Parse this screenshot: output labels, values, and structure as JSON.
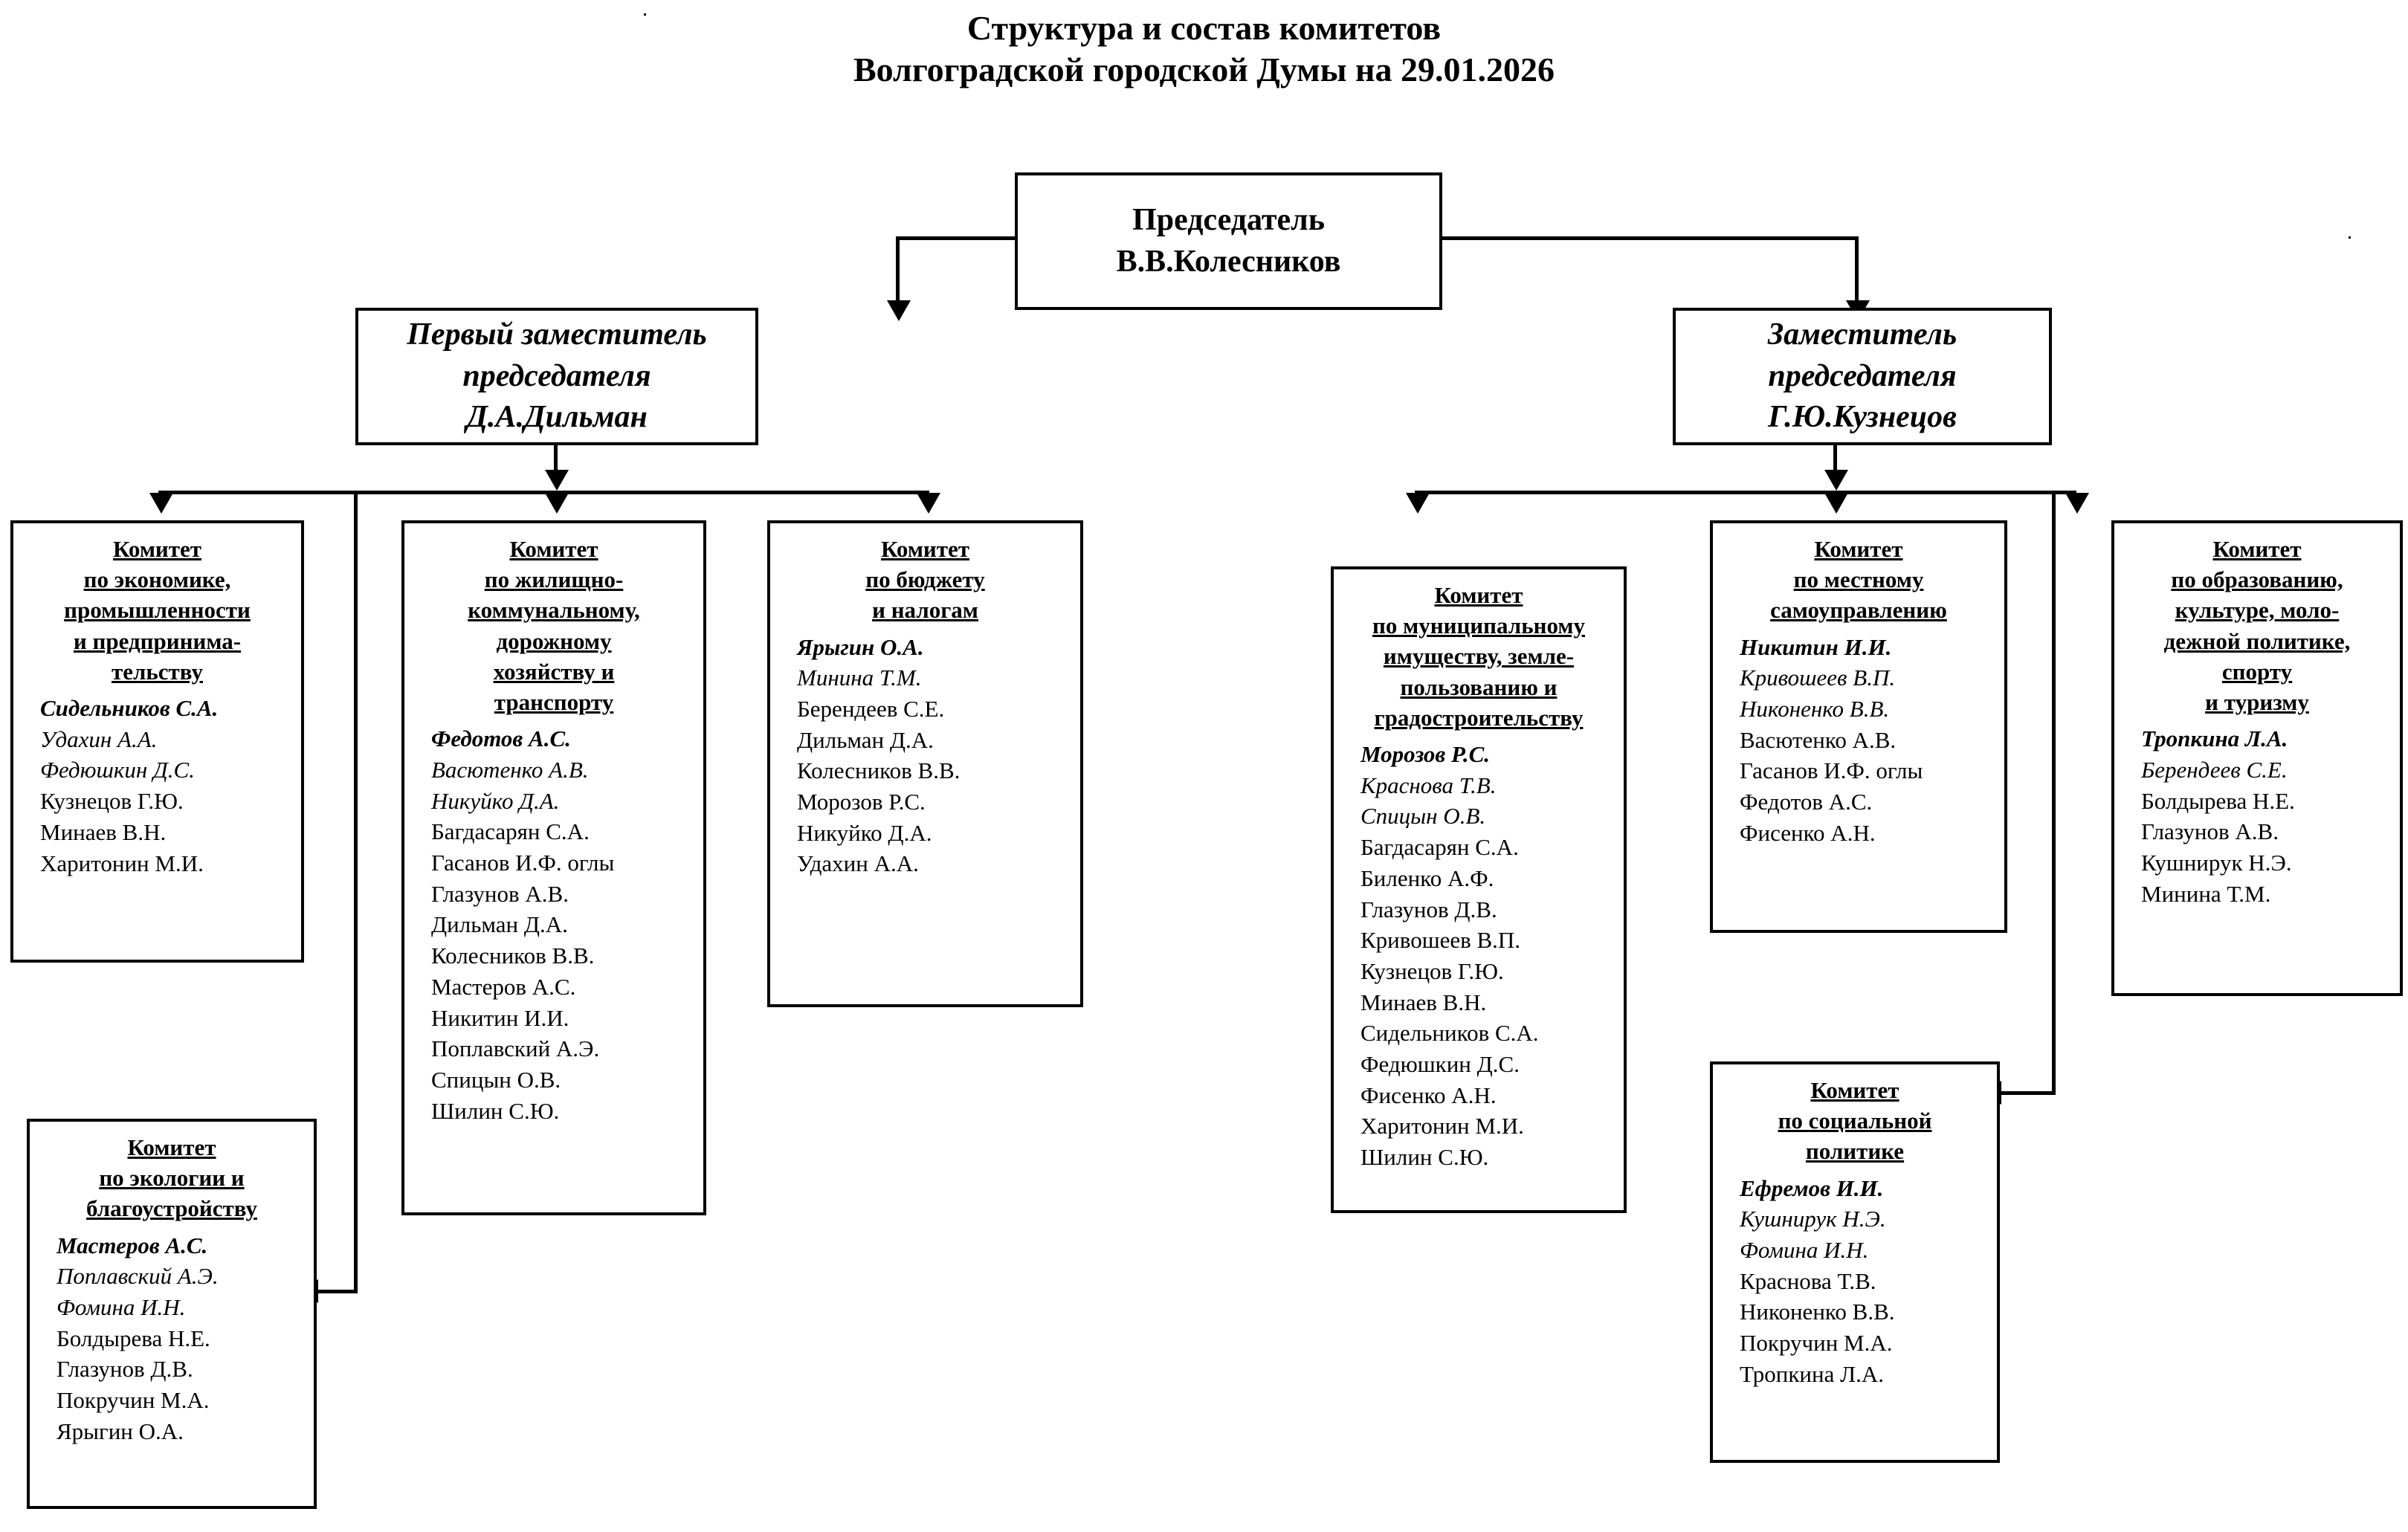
{
  "title": {
    "line1": "Структура и состав комитетов",
    "line2": "Волгоградской городской Думы на 29.01.2026"
  },
  "chairman": {
    "role": "Председатель",
    "name": "В.В.Колесников"
  },
  "first_deputy": {
    "role_line1": "Первый заместитель",
    "role_line2": "председателя",
    "name": "Д.А.Дильман"
  },
  "deputy": {
    "role_line1": "Заместитель",
    "role_line2": "председателя",
    "name": "Г.Ю.Кузнецов"
  },
  "committees": [
    {
      "id": "economy",
      "title_lines": [
        "Комитет",
        "по экономике,",
        "промышленности",
        "и предпринима-",
        "тельству"
      ],
      "members": [
        {
          "name": "Сидельников С.А.",
          "style": "chair"
        },
        {
          "name": "Удахин А.А.",
          "style": "ital"
        },
        {
          "name": "Федюшкин Д.С.",
          "style": "ital"
        },
        {
          "name": "Кузнецов Г.Ю.",
          "style": "reg"
        },
        {
          "name": "Минаев В.Н.",
          "style": "reg"
        },
        {
          "name": "Харитонин М.И.",
          "style": "reg"
        }
      ]
    },
    {
      "id": "housing",
      "title_lines": [
        "Комитет",
        "по жилищно-",
        "коммунальному,",
        "дорожному",
        "хозяйству и",
        "транспорту"
      ],
      "members": [
        {
          "name": "Федотов А.С.",
          "style": "chair"
        },
        {
          "name": "Васютенко А.В.",
          "style": "ital"
        },
        {
          "name": "Никуйко Д.А.",
          "style": "ital"
        },
        {
          "name": "Багдасарян С.А.",
          "style": "reg"
        },
        {
          "name": "Гасанов И.Ф. оглы",
          "style": "reg"
        },
        {
          "name": "Глазунов А.В.",
          "style": "reg"
        },
        {
          "name": "Дильман Д.А.",
          "style": "reg"
        },
        {
          "name": "Колесников В.В.",
          "style": "reg"
        },
        {
          "name": "Мастеров А.С.",
          "style": "reg"
        },
        {
          "name": "Никитин И.И.",
          "style": "reg"
        },
        {
          "name": "Поплавский А.Э.",
          "style": "reg"
        },
        {
          "name": "Спицын О.В.",
          "style": "reg"
        },
        {
          "name": "Шилин С.Ю.",
          "style": "reg"
        }
      ]
    },
    {
      "id": "budget",
      "title_lines": [
        "Комитет",
        "по бюджету",
        "и налогам"
      ],
      "members": [
        {
          "name": "Ярыгин О.А.",
          "style": "chair"
        },
        {
          "name": "Минина Т.М.",
          "style": "ital"
        },
        {
          "name": "Берендеев С.Е.",
          "style": "reg"
        },
        {
          "name": "Дильман Д.А.",
          "style": "reg"
        },
        {
          "name": "Колесников В.В.",
          "style": "reg"
        },
        {
          "name": "Морозов Р.С.",
          "style": "reg"
        },
        {
          "name": "Никуйко Д.А.",
          "style": "reg"
        },
        {
          "name": "Удахин А.А.",
          "style": "reg"
        }
      ]
    },
    {
      "id": "ecology",
      "title_lines": [
        "Комитет",
        "по экологии и",
        "благоустройству"
      ],
      "members": [
        {
          "name": "Мастеров А.С.",
          "style": "chair"
        },
        {
          "name": "Поплавский А.Э.",
          "style": "ital"
        },
        {
          "name": "Фомина И.Н.",
          "style": "ital"
        },
        {
          "name": "Болдырева Н.Е.",
          "style": "reg"
        },
        {
          "name": "Глазунов Д.В.",
          "style": "reg"
        },
        {
          "name": "Покручин М.А.",
          "style": "reg"
        },
        {
          "name": "Ярыгин О.А.",
          "style": "reg"
        }
      ]
    },
    {
      "id": "property",
      "title_lines": [
        "Комитет",
        "по муниципальному",
        "имуществу, земле-",
        "пользованию и",
        "градостроительству"
      ],
      "members": [
        {
          "name": "Морозов Р.С.",
          "style": "chair"
        },
        {
          "name": "Краснова Т.В.",
          "style": "ital"
        },
        {
          "name": "Спицын О.В.",
          "style": "ital"
        },
        {
          "name": "Багдасарян С.А.",
          "style": "reg"
        },
        {
          "name": "Биленко А.Ф.",
          "style": "reg"
        },
        {
          "name": "Глазунов Д.В.",
          "style": "reg"
        },
        {
          "name": "Кривошеев В.П.",
          "style": "reg"
        },
        {
          "name": "Кузнецов Г.Ю.",
          "style": "reg"
        },
        {
          "name": "Минаев В.Н.",
          "style": "reg"
        },
        {
          "name": "Сидельников С.А.",
          "style": "reg"
        },
        {
          "name": "Федюшкин Д.С.",
          "style": "reg"
        },
        {
          "name": "Фисенко А.Н.",
          "style": "reg"
        },
        {
          "name": "Харитонин М.И.",
          "style": "reg"
        },
        {
          "name": "Шилин С.Ю.",
          "style": "reg"
        }
      ]
    },
    {
      "id": "selfgov",
      "title_lines": [
        "Комитет",
        "по местному",
        "самоуправлению"
      ],
      "members": [
        {
          "name": "Никитин И.И.",
          "style": "chair"
        },
        {
          "name": "Кривошеев В.П.",
          "style": "ital"
        },
        {
          "name": "Никоненко В.В.",
          "style": "ital"
        },
        {
          "name": "Васютенко А.В.",
          "style": "reg"
        },
        {
          "name": "Гасанов И.Ф. оглы",
          "style": "reg"
        },
        {
          "name": "Федотов А.С.",
          "style": "reg"
        },
        {
          "name": "Фисенко А.Н.",
          "style": "reg"
        }
      ]
    },
    {
      "id": "education",
      "title_lines": [
        "Комитет",
        "по образованию,",
        "культуре, моло-",
        "дежной политике,",
        "спорту",
        "и туризму"
      ],
      "members": [
        {
          "name": "Тропкина Л.А.",
          "style": "chair"
        },
        {
          "name": "Берендеев С.Е.",
          "style": "ital"
        },
        {
          "name": "Болдырева Н.Е.",
          "style": "reg"
        },
        {
          "name": "Глазунов А.В.",
          "style": "reg"
        },
        {
          "name": "Кушнирук Н.Э.",
          "style": "reg"
        },
        {
          "name": "Минина Т.М.",
          "style": "reg"
        }
      ]
    },
    {
      "id": "social",
      "title_lines": [
        "Комитет",
        "по социальной",
        "политике"
      ],
      "members": [
        {
          "name": "Ефремов И.И.",
          "style": "chair"
        },
        {
          "name": "Кушнирук Н.Э.",
          "style": "ital"
        },
        {
          "name": "Фомина И.Н.",
          "style": "ital"
        },
        {
          "name": "Краснова Т.В.",
          "style": "reg"
        },
        {
          "name": "Никоненко В.В.",
          "style": "reg"
        },
        {
          "name": "Покручин М.А.",
          "style": "reg"
        },
        {
          "name": "Тропкина Л.А.",
          "style": "reg"
        }
      ]
    }
  ],
  "colors": {
    "line": "#000000",
    "background": "#ffffff"
  }
}
